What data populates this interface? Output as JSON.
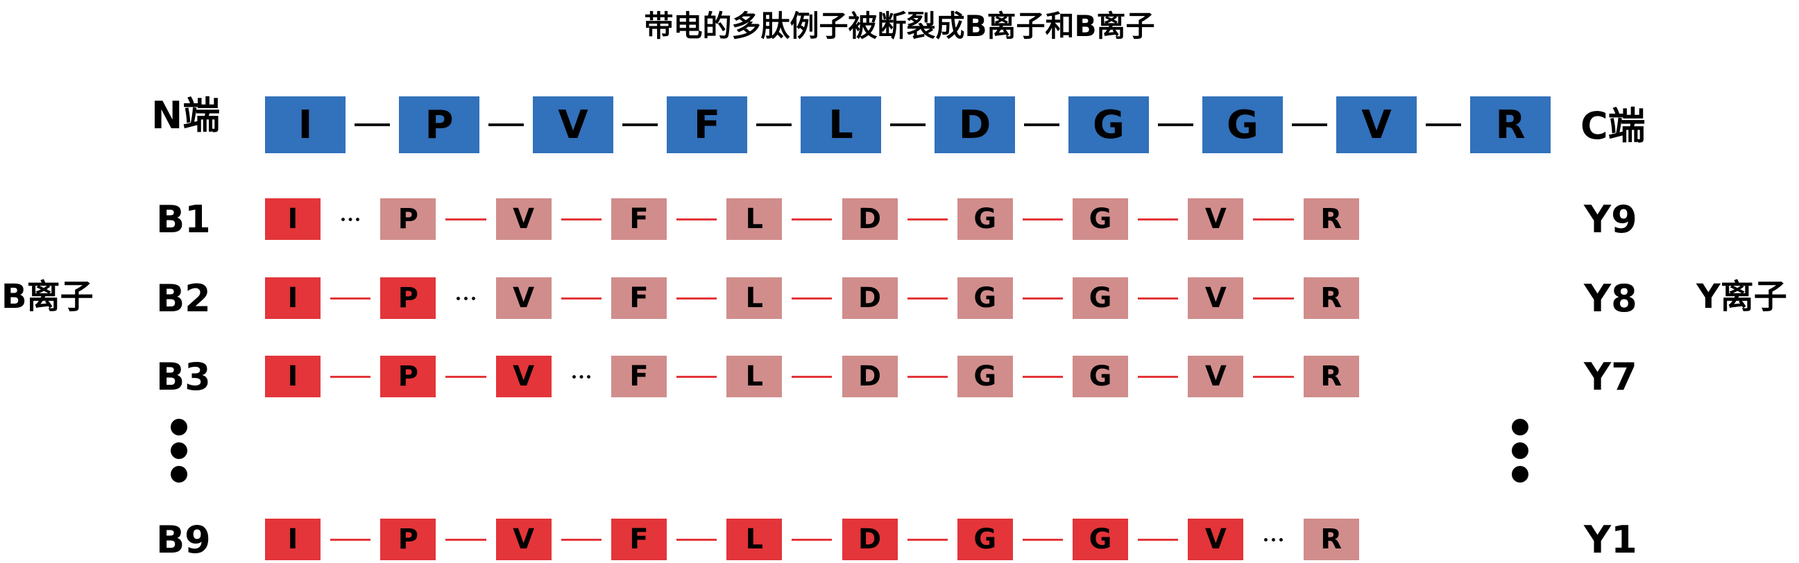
{
  "title": "带电的多肽例子被断裂成B离子和B离子",
  "terminals": {
    "n": "N端",
    "c": "C端"
  },
  "side_labels": {
    "left": "B离子",
    "right": "Y离子"
  },
  "sequence": [
    "I",
    "P",
    "V",
    "F",
    "L",
    "D",
    "G",
    "G",
    "V",
    "R"
  ],
  "rows": [
    {
      "b_label": "B1",
      "y_label": "Y9",
      "b_count": 1
    },
    {
      "b_label": "B2",
      "y_label": "Y8",
      "b_count": 2
    },
    {
      "b_label": "B3",
      "y_label": "Y7",
      "b_count": 3
    },
    {
      "b_label": "B9",
      "y_label": "Y1",
      "b_count": 9
    }
  ],
  "colors": {
    "top": "#3271bb",
    "b_ion": "#e3353a",
    "y_ion": "#d08d8c"
  }
}
